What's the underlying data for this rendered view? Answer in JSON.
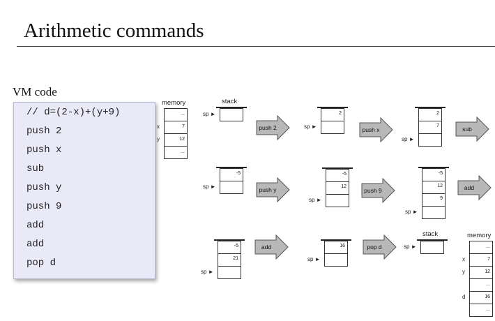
{
  "title": "Arithmetic commands",
  "vm_heading": "VM code",
  "vm_code": [
    "// d=(2-x)+(y+9)",
    "push 2",
    "push x",
    "sub",
    "push y",
    "push 9",
    "add",
    "add",
    "pop d"
  ],
  "memory_label": "memory",
  "stack_label": "stack",
  "sp_label": "sp",
  "pointer_arrow": "►",
  "memory_initial": {
    "cells": [
      "...",
      "7",
      "12",
      "..."
    ],
    "var_labels": [
      "x",
      "y"
    ]
  },
  "memory_final": {
    "cells": [
      "...",
      "7",
      "12",
      "...",
      "16",
      "..."
    ],
    "var_labels": [
      "x",
      "y",
      "d"
    ]
  },
  "stack_states": [
    {
      "values": []
    },
    {
      "values": [
        "2"
      ]
    },
    {
      "values": [
        "2",
        "7"
      ]
    },
    {
      "values": [
        "-5"
      ]
    },
    {
      "values": [
        "-5",
        "12"
      ]
    },
    {
      "values": [
        "-5",
        "12",
        "9"
      ]
    },
    {
      "values": [
        "-5",
        "21"
      ]
    },
    {
      "values": [
        "16"
      ]
    },
    {
      "values": []
    }
  ],
  "arrows": [
    "push 2",
    "push x",
    "sub",
    "push y",
    "push 9",
    "add",
    "add",
    "pop d"
  ],
  "colors": {
    "arrow_fill": "#b8b8b8",
    "arrow_stroke": "#555555",
    "code_bg": "#e9e9f8"
  }
}
